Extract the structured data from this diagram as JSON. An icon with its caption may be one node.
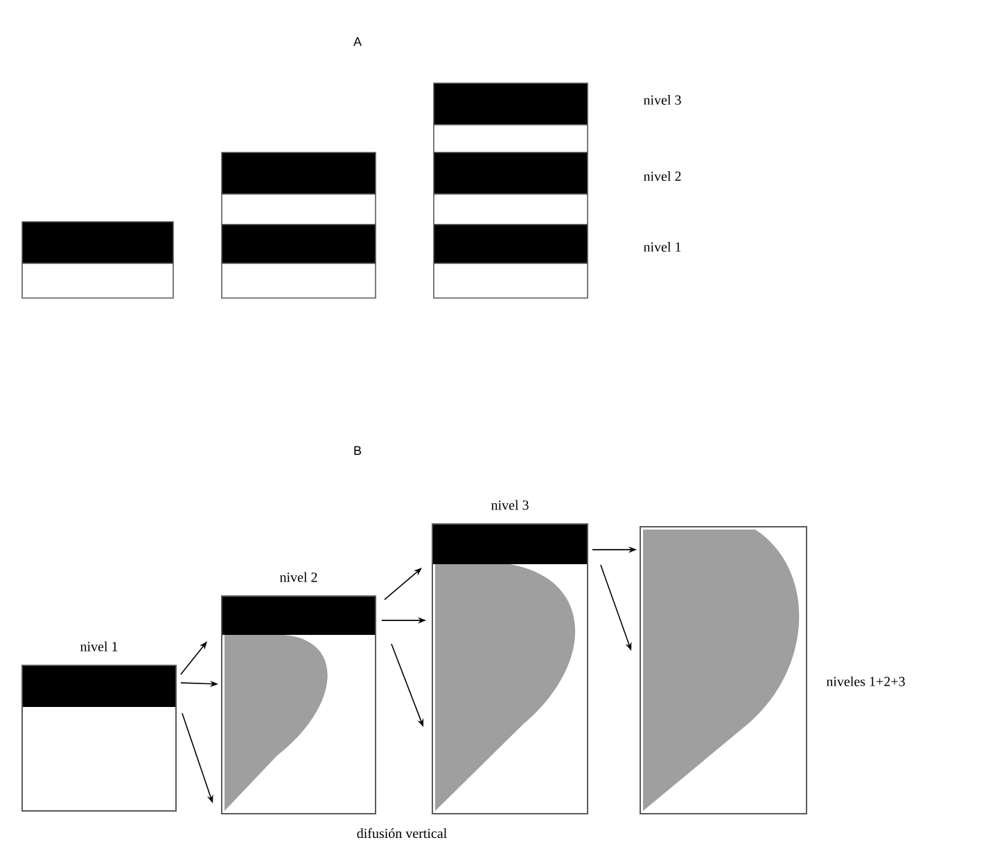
{
  "diagram": {
    "nodes": [
      {
        "text": [
          "nivel 1"
        ]
      },
      {
        "text": [
          "nivel 2"
        ]
      },
      {
        "text": [
          "nivel 3"
        ]
      },
      {
        "text": [],
        "shape": "box",
        "beside": [
          "niveles 1+2+3"
        ]
      }
    ],
    "edges": [
      {
        "from": 0,
        "to": 1,
        "arrow": "to"
      },
      {
        "from": 0,
        "to": 1,
        "arrow": "to"
      },
      {
        "from": 0,
        "to": 1,
        "arrow": "to"
      },
      {
        "from": 1,
        "to": 2,
        "arrow": "to"
      },
      {
        "from": 1,
        "to": 2,
        "arrow": "to"
      },
      {
        "from": 1,
        "to": 2,
        "arrow": "to"
      },
      {
        "from": 2,
        "to": 3,
        "arrow": "to"
      },
      {
        "from": 2,
        "to": 3,
        "arrow": "to"
      }
    ],
    "labels": [
      "A",
      "nivel 3",
      "nivel 2",
      "nivel 1",
      "B",
      "difusión vertical"
    ]
  }
}
